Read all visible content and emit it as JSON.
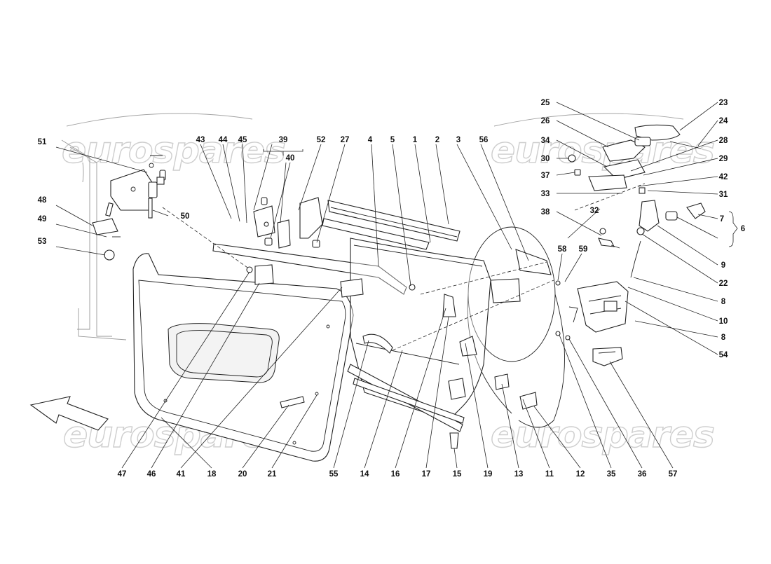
{
  "watermark": {
    "text": "eurospares"
  },
  "callouts": [
    {
      "id": "51",
      "label": "51"
    },
    {
      "id": "43",
      "label": "43"
    },
    {
      "id": "44",
      "label": "44"
    },
    {
      "id": "45",
      "label": "45"
    },
    {
      "id": "39",
      "label": "39"
    },
    {
      "id": "40",
      "label": "40"
    },
    {
      "id": "52",
      "label": "52"
    },
    {
      "id": "27",
      "label": "27"
    },
    {
      "id": "4",
      "label": "4"
    },
    {
      "id": "5",
      "label": "5"
    },
    {
      "id": "1",
      "label": "1"
    },
    {
      "id": "2",
      "label": "2"
    },
    {
      "id": "3",
      "label": "3"
    },
    {
      "id": "56",
      "label": "56"
    },
    {
      "id": "25",
      "label": "25"
    },
    {
      "id": "26",
      "label": "26"
    },
    {
      "id": "34",
      "label": "34"
    },
    {
      "id": "30",
      "label": "30"
    },
    {
      "id": "37",
      "label": "37"
    },
    {
      "id": "33",
      "label": "33"
    },
    {
      "id": "38",
      "label": "38"
    },
    {
      "id": "32",
      "label": "32"
    },
    {
      "id": "23",
      "label": "23"
    },
    {
      "id": "24",
      "label": "24"
    },
    {
      "id": "28",
      "label": "28"
    },
    {
      "id": "29",
      "label": "29"
    },
    {
      "id": "42",
      "label": "42"
    },
    {
      "id": "31",
      "label": "31"
    },
    {
      "id": "7",
      "label": "7"
    },
    {
      "id": "6",
      "label": "6"
    },
    {
      "id": "9",
      "label": "9"
    },
    {
      "id": "22",
      "label": "22"
    },
    {
      "id": "8a",
      "label": "8"
    },
    {
      "id": "10",
      "label": "10"
    },
    {
      "id": "8b",
      "label": "8"
    },
    {
      "id": "54",
      "label": "54"
    },
    {
      "id": "48",
      "label": "48"
    },
    {
      "id": "49",
      "label": "49"
    },
    {
      "id": "53",
      "label": "53"
    },
    {
      "id": "50",
      "label": "50"
    },
    {
      "id": "58",
      "label": "58"
    },
    {
      "id": "59",
      "label": "59"
    },
    {
      "id": "47",
      "label": "47"
    },
    {
      "id": "46",
      "label": "46"
    },
    {
      "id": "41",
      "label": "41"
    },
    {
      "id": "18",
      "label": "18"
    },
    {
      "id": "20",
      "label": "20"
    },
    {
      "id": "21",
      "label": "21"
    },
    {
      "id": "55",
      "label": "55"
    },
    {
      "id": "14",
      "label": "14"
    },
    {
      "id": "16",
      "label": "16"
    },
    {
      "id": "17",
      "label": "17"
    },
    {
      "id": "15",
      "label": "15"
    },
    {
      "id": "19",
      "label": "19"
    },
    {
      "id": "13",
      "label": "13"
    },
    {
      "id": "11",
      "label": "11"
    },
    {
      "id": "12",
      "label": "12"
    },
    {
      "id": "35",
      "label": "35"
    },
    {
      "id": "36",
      "label": "36"
    },
    {
      "id": "57",
      "label": "57"
    }
  ]
}
